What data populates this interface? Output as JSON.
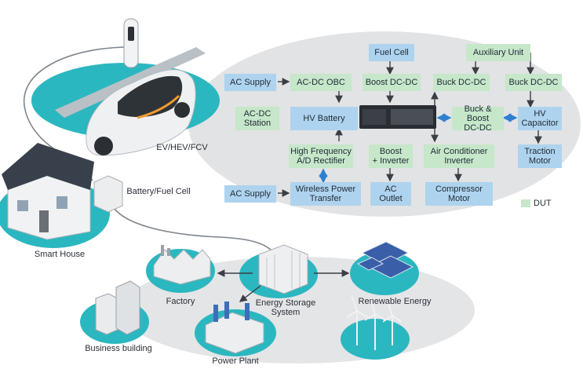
{
  "blocks": {
    "fuel_cell": "Fuel Cell",
    "auxiliary_unit": "Auxiliary Unit",
    "ac_supply_top": "AC Supply",
    "ac_dc_obc": "AC-DC OBC",
    "boost_dc_dc": "Boost DC-DC",
    "buck_dc_dc_1": "Buck DC-DC",
    "buck_dc_dc_2": "Buck DC-DC",
    "ac_dc_station": "AC-DC\nStation",
    "hv_battery": "HV Battery",
    "buck_boost": "Buck & Boost\nDC-DC",
    "hv_capacitor": "HV\nCapacitor",
    "hf_rectifier": "High Frequency\nA/D Rectifier",
    "boost_inverter": "Boost\n+ Inverter",
    "ac_inverter": "Air Conditioner\nInverter",
    "traction_motor": "Traction\nMotor",
    "ac_supply_bottom": "AC Supply",
    "wireless_power": "Wireless Power\nTransfer",
    "ac_outlet": "AC\nOutlet",
    "compressor_motor": "Compressor\nMotor"
  },
  "legend": {
    "label": "DUT"
  },
  "labels": {
    "ev": "EV/HEV/FCV",
    "battery_fuel_cell": "Battery/Fuel Cell",
    "smart_house": "Smart House",
    "factory": "Factory",
    "energy_storage": "Energy Storage\nSystem",
    "renewable": "Renewable Energy",
    "business": "Business building",
    "power_plant": "Power Plant"
  },
  "colors": {
    "supply_block": "#aed3ee",
    "dut_block": "#c6e7c9",
    "teal_platform": "#2bb7c0",
    "grey_ellipse": "#e2e3e5",
    "arrow": "#3a3f45",
    "bidirectional_arrow": "#2f7fd0"
  }
}
